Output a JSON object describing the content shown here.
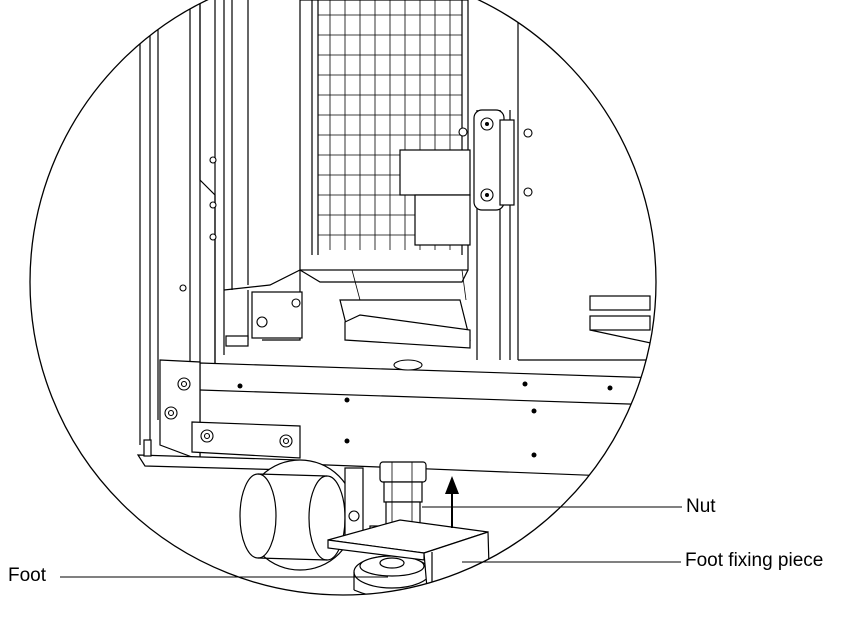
{
  "labels": {
    "nut": "Nut",
    "foot_fixing_piece": "Foot fixing piece",
    "foot": "Foot"
  },
  "colors": {
    "line": "#000000",
    "background": "#ffffff"
  }
}
